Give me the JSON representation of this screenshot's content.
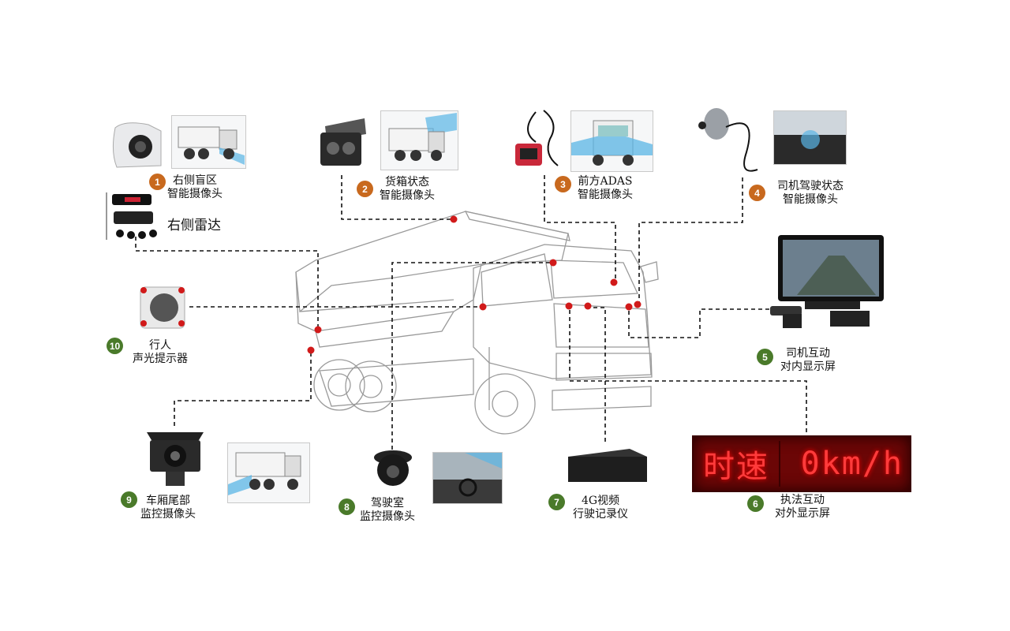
{
  "items": [
    {
      "num": "1",
      "line1": "右侧盲区",
      "line2": "智能摄像头",
      "color": "#c8691e"
    },
    {
      "num": "2",
      "line1": "货箱状态",
      "line2": "智能摄像头",
      "color": "#c8691e"
    },
    {
      "num": "3",
      "line1": "前方ADAS",
      "line2": "智能摄像头",
      "color": "#c8691e"
    },
    {
      "num": "4",
      "line1": "司机驾驶状态",
      "line2": "智能摄像头",
      "color": "#c8691e"
    },
    {
      "num": "5",
      "line1": "司机互动",
      "line2": "对内显示屏",
      "color": "#4a7a2a"
    },
    {
      "num": "6",
      "line1": "执法互动",
      "line2": "对外显示屏",
      "color": "#4a7a2a"
    },
    {
      "num": "7",
      "line1": "4G视频",
      "line2": "行驶记录仪",
      "color": "#4a7a2a"
    },
    {
      "num": "8",
      "line1": "驾驶室",
      "line2": "监控摄像头",
      "color": "#4a7a2a"
    },
    {
      "num": "9",
      "line1": "车厢尾部",
      "line2": "监控摄像头",
      "color": "#4a7a2a"
    },
    {
      "num": "10",
      "line1": "行人",
      "line2": "声光提示器",
      "color": "#4a7a2a"
    }
  ],
  "radar_label": "右侧雷达",
  "led_display": {
    "left": "时速",
    "right": "0km/h"
  },
  "colors": {
    "marker": "#d11a1a",
    "connector": "#111111",
    "led_text": "#ff3b3b"
  }
}
